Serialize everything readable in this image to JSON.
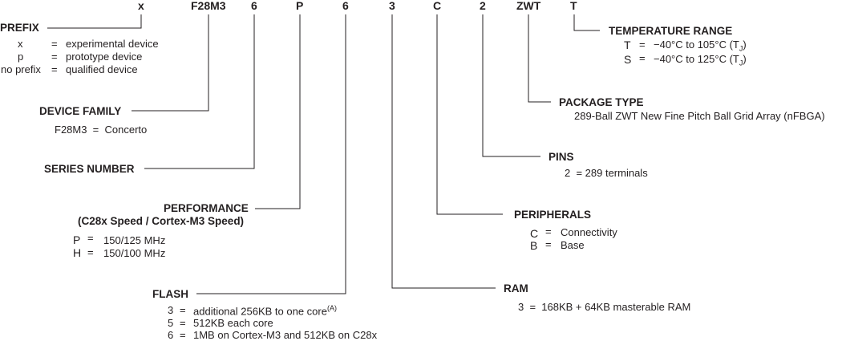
{
  "part_number": {
    "prefix": "x",
    "family": "F28M3",
    "series": "6",
    "performance": "P",
    "flash": "6",
    "ram": "3",
    "peripherals": "C",
    "pins": "2",
    "package": "ZWT",
    "temperature": "T"
  },
  "prefix": {
    "title": "PREFIX",
    "rows": [
      {
        "key": "x",
        "eq": "=",
        "desc": "experimental device"
      },
      {
        "key": "p",
        "eq": "=",
        "desc": "prototype device"
      },
      {
        "key": "no prefix",
        "eq": "=",
        "desc": "qualified device"
      }
    ]
  },
  "device_family": {
    "title": "DEVICE FAMILY",
    "line": "F28M3  =  Concerto"
  },
  "series_number": {
    "title": "SERIES NUMBER"
  },
  "performance": {
    "title": "PERFORMANCE",
    "subtitle": "(C28x Speed / Cortex-M3 Speed)",
    "rows": [
      {
        "key": "P",
        "eq": "=",
        "desc": "150/125 MHz"
      },
      {
        "key": "H",
        "eq": "=",
        "desc": "150/100 MHz"
      }
    ]
  },
  "flash": {
    "title": "FLASH",
    "rows": [
      {
        "key": "3",
        "eq": "=",
        "desc": "additional 256KB to one core",
        "note": "(A)"
      },
      {
        "key": "5",
        "eq": "=",
        "desc": "512KB each core"
      },
      {
        "key": "6",
        "eq": "=",
        "desc": "1MB on Cortex-M3 and 512KB on C28x"
      }
    ]
  },
  "temperature_range": {
    "title": "TEMPERATURE RANGE",
    "rows": [
      {
        "key": "T",
        "eq": "=",
        "desc": "−40°C to 105°C (T",
        "sub": "J",
        "end": ")"
      },
      {
        "key": "S",
        "eq": "=",
        "desc": "−40°C to 125°C (T",
        "sub": "J",
        "end": ")"
      }
    ]
  },
  "package_type": {
    "title": "PACKAGE TYPE",
    "line": "289-Ball ZWT New Fine Pitch Ball Grid Array (nFBGA)"
  },
  "pins": {
    "title": "PINS",
    "line": "2  = 289 terminals"
  },
  "peripherals": {
    "title": "PERIPHERALS",
    "rows": [
      {
        "key": "C",
        "eq": "=",
        "desc": "Connectivity"
      },
      {
        "key": "B",
        "eq": "=",
        "desc": "Base"
      }
    ]
  },
  "ram": {
    "title": "RAM",
    "line": "3  =  168KB + 64KB masterable RAM"
  },
  "colors": {
    "text": "#231f20",
    "line": "#231f20",
    "background": "#ffffff"
  }
}
